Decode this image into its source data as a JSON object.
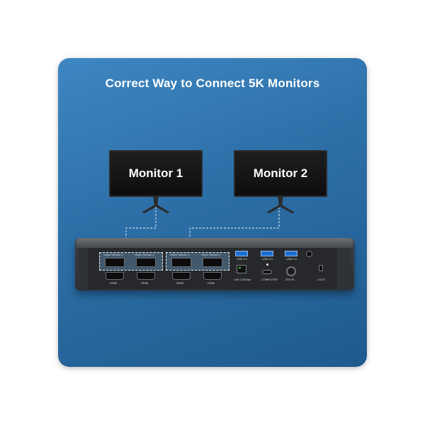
{
  "title": "Correct Way to Connect 5K Monitors",
  "monitors": [
    {
      "label": "Monitor 1"
    },
    {
      "label": "Monitor 2"
    }
  ],
  "dock": {
    "dp_labels": [
      "Video Stream 1",
      "Video Stream 2",
      "Video Stream 1",
      "Video Stream 2"
    ],
    "hdmi_labels": [
      "HDMI",
      "HDMI",
      "HDMI",
      "HDMI"
    ],
    "usb_labels": [
      "USB 3.0",
      "USB 3.0",
      "USB 3.0"
    ],
    "lan_label": "LAN 2.5Gbps",
    "computer_label": "COMPUTER",
    "dc_label": "20V IN",
    "lock_label": "LOCK"
  },
  "colors": {
    "card_blue": "#2c6ea6",
    "usb_blue": "#1d6fcf",
    "highlight": "#78b4e6"
  }
}
